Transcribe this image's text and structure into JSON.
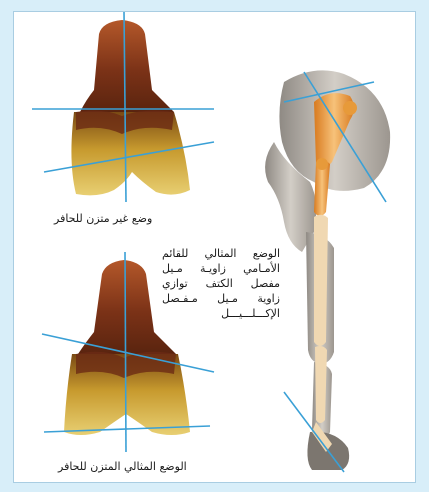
{
  "captions": {
    "unbalanced": "وضع غير متزن للحافر",
    "ideal_balanced": "الوضع المثالي المتزن للحافر",
    "ideal_note_lines": [
      "الوضع المثالي للقائم",
      "الأمـامي زاويـة مـيل",
      "مفصل الكتف توازي",
      "زاوية مـيل مـفـصل",
      "الإكـــلـــيـــل"
    ]
  },
  "colors": {
    "frame": "#d8eef9",
    "guide_line": "#3aa0d6",
    "hoof_dark": "#6b2a14",
    "hoof_mid": "#8a3b1a",
    "hoof_gold": "#c79a2e",
    "bone": "#e79a3a",
    "leg_grey": "#b9b4ad"
  }
}
